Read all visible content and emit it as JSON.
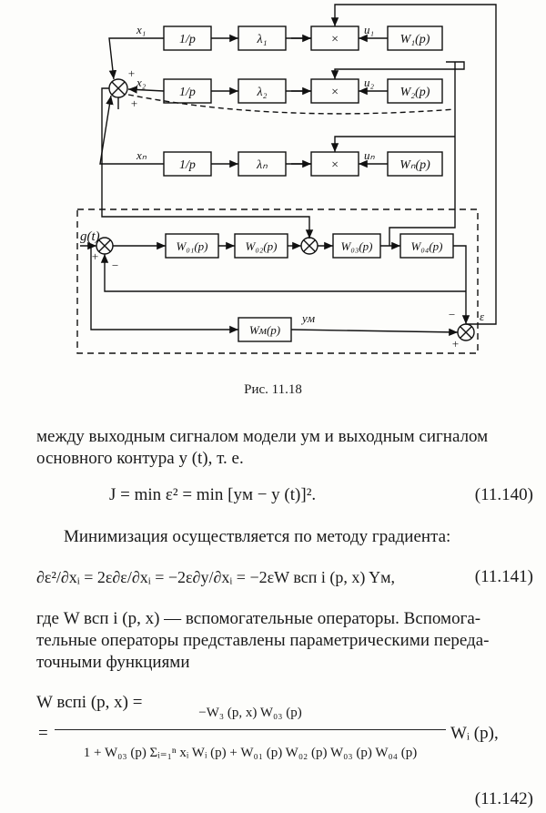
{
  "figure": {
    "caption": "Рис. 11.18",
    "rows": [
      {
        "x": "x₁",
        "int": "1/p",
        "lam": "λ₁",
        "mul": "×",
        "u": "u₁",
        "w": "W₁(p)"
      },
      {
        "x": "x₂",
        "int": "1/p",
        "lam": "λ₂",
        "mul": "×",
        "u": "u₂",
        "w": "W₂(p)"
      },
      {
        "x": "xₙ",
        "int": "1/p",
        "lam": "λₙ",
        "mul": "×",
        "u": "uₙ",
        "w": "Wₙ(p)"
      }
    ],
    "input": "g(t)",
    "w01": "W₀₁(p)",
    "w02": "W₀₂(p)",
    "w03": "W₀₃(p)",
    "w04": "W₀₄(p)",
    "wm": "Wм(p)",
    "ym": "yм",
    "eps": "ε",
    "plus": "+",
    "minus": "−"
  },
  "text": {
    "p1_l1": "между выходным сигналом модели yм и выходным сигналом",
    "p1_l2": "основного контура y (t), т. е.",
    "eq140": "J = min ε² = min [yм − y (t)]².",
    "eq140_no": "(11.140)",
    "p2": "Минимизация осуществляется по методу градиента:",
    "eq141": "∂ε²/∂xᵢ = 2ε∂ε/∂xᵢ = −2ε∂y/∂xᵢ = −2εW всп i (p, x) Yм,",
    "eq141_no": "(11.141)",
    "p3_l1": "где W всп i (p, x) — вспомогательные операторы. Вспомога-",
    "p3_l2": "тельные операторы представлены параметрическими переда-",
    "p3_l3": "точными функциями",
    "eq142_lhs": "W вспi (p, x) =",
    "eq142_eq": "=",
    "eq142_num": "−W₃ (p, x) W₀₃ (p)",
    "eq142_den": "1 + W₀₃ (p) Σᵢ₌₁ⁿ xᵢ Wᵢ (p) + W₀₁ (p) W₀₂ (p) W₀₃ (p) W₀₄ (p)",
    "eq142_rhs": "Wᵢ (p),",
    "eq142_no": "(11.142)"
  }
}
